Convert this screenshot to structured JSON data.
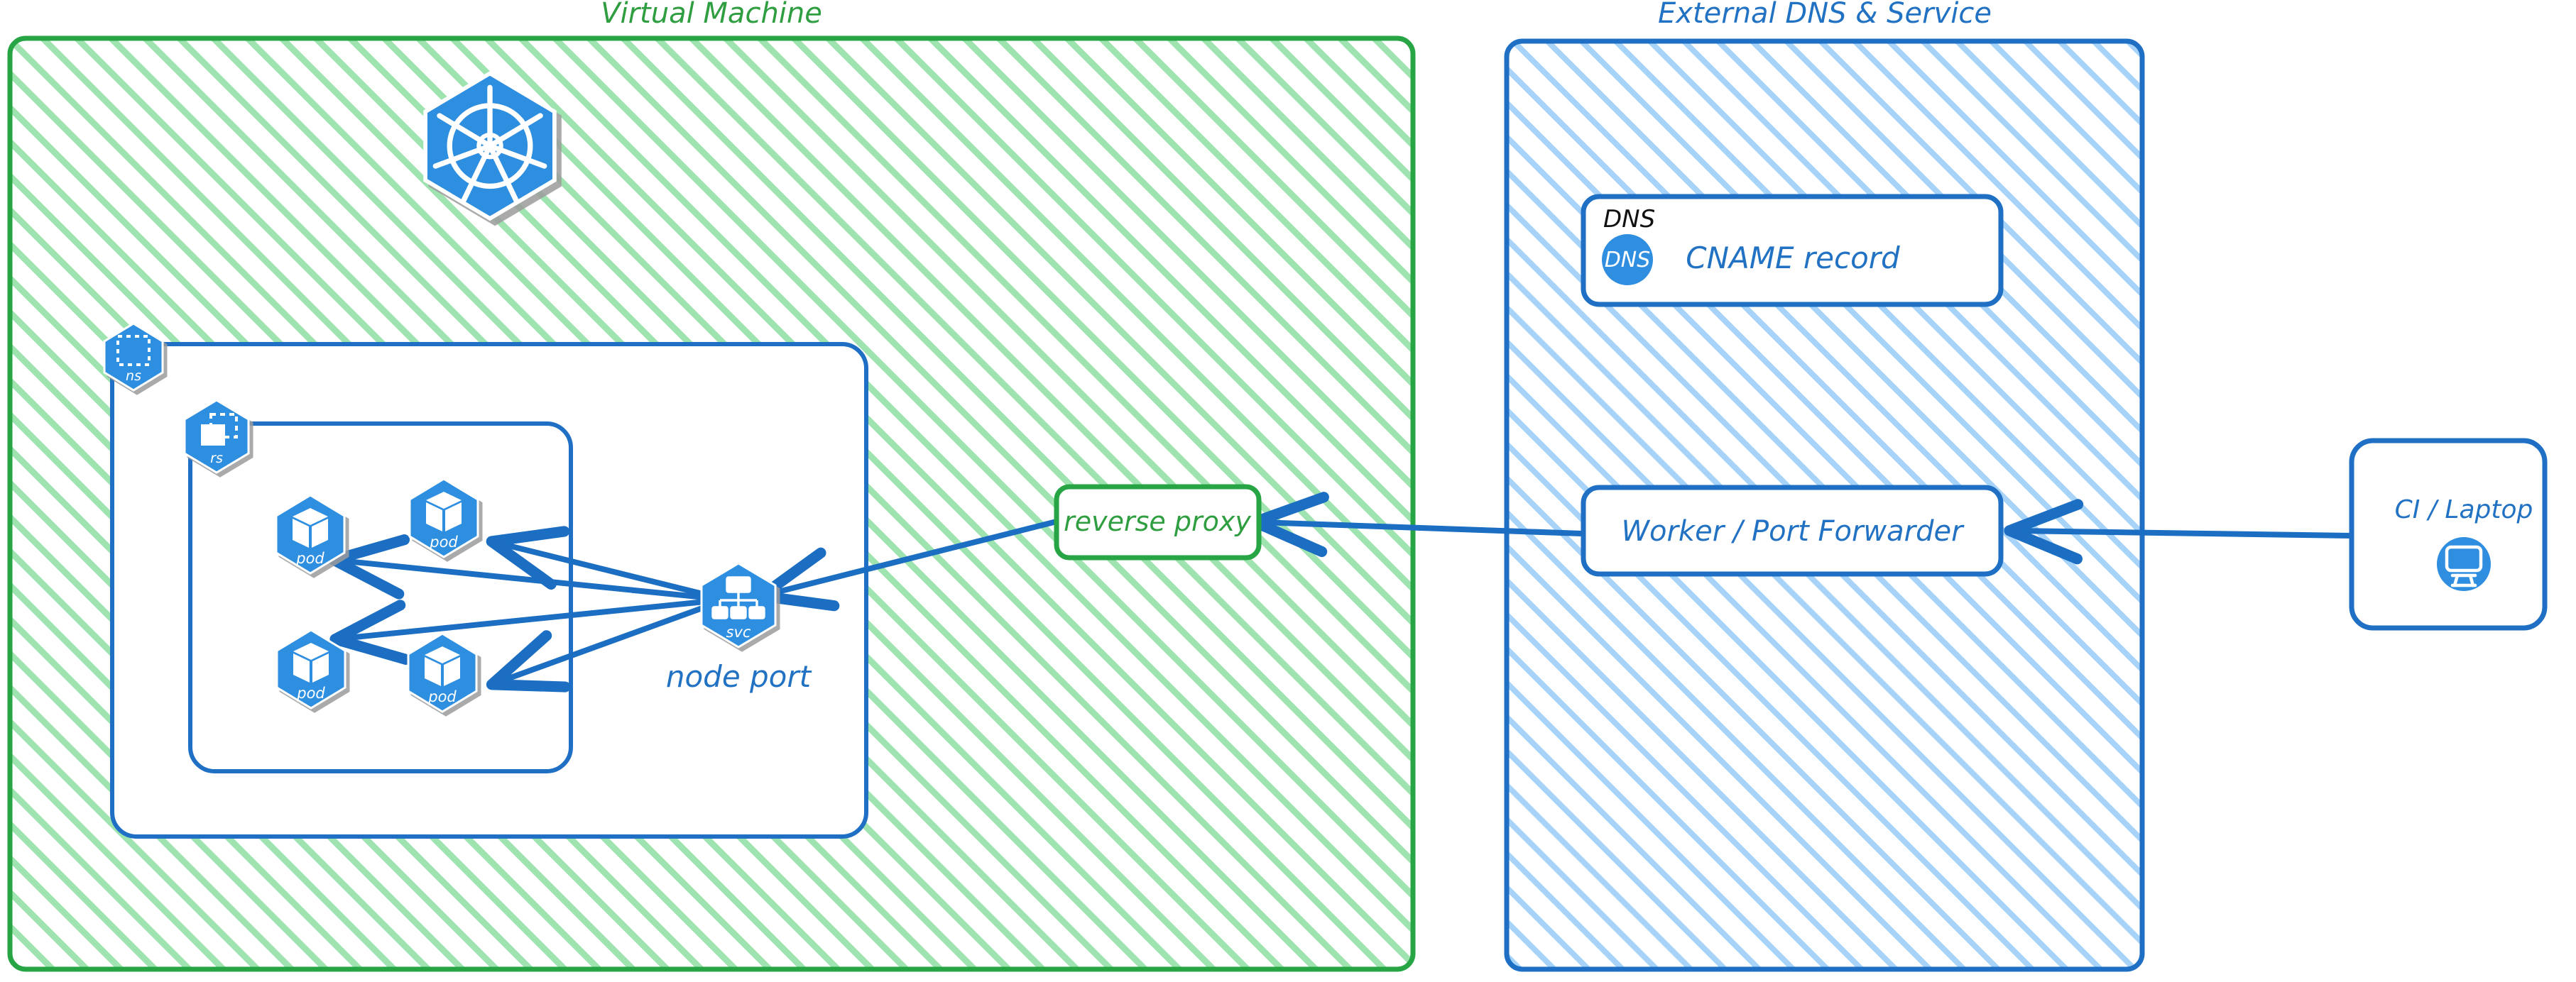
{
  "diagram": {
    "title": "Kubernetes NodePort exposure via reverse proxy and external DNS",
    "colors": {
      "green_border": "#27a544",
      "green_text": "#2f9e41",
      "green_hatch": "#8fe0a2",
      "blue_border": "#1f6fc4",
      "blue_text": "#2272c4",
      "blue_hatch": "#9ccdf2",
      "k8s_blue": "#2f8ee0",
      "k8s_edge": "#1a6fc0",
      "arrow_blue": "#1b6ec2",
      "black_text": "#111111",
      "white": "#ffffff"
    },
    "zones": [
      {
        "id": "vm",
        "title": "Virtual Machine",
        "accent": "green",
        "hatched": true
      },
      {
        "id": "external",
        "title": "External DNS & Service",
        "accent": "blue",
        "hatched": true
      }
    ],
    "vm": {
      "title": "Virtual Machine",
      "k8s_logo_label": "kubernetes-logo",
      "namespace": {
        "badge_label": "ns",
        "badge_icon": "namespace-icon"
      },
      "replicaset": {
        "badge_label": "rs",
        "badge_icon": "replicaset-icon"
      },
      "pods": [
        {
          "label": "pod",
          "icon": "pod-cube-icon"
        },
        {
          "label": "pod",
          "icon": "pod-cube-icon"
        },
        {
          "label": "pod",
          "icon": "pod-cube-icon"
        },
        {
          "label": "pod",
          "icon": "pod-cube-icon"
        }
      ],
      "service": {
        "badge_label": "svc",
        "badge_icon": "service-icon",
        "caption": "node port"
      },
      "reverse_proxy": {
        "label": "reverse proxy"
      }
    },
    "external": {
      "title": "External DNS & Service",
      "dns_card": {
        "header": "DNS",
        "badge_text": "DNS",
        "badge_icon": "dns-circle-icon",
        "label": "CNAME record"
      },
      "worker": {
        "label": "Worker / Port Forwarder"
      }
    },
    "client": {
      "label": "CI / Laptop",
      "icon": "desktop-monitor-icon"
    },
    "connections": [
      {
        "from": "service",
        "to": "pod-1",
        "direction": "to-pod"
      },
      {
        "from": "service",
        "to": "pod-2",
        "direction": "to-pod"
      },
      {
        "from": "service",
        "to": "pod-3",
        "direction": "to-pod"
      },
      {
        "from": "service",
        "to": "pod-4",
        "direction": "to-pod"
      },
      {
        "from": "reverse-proxy",
        "to": "service",
        "direction": "left"
      },
      {
        "from": "worker",
        "to": "reverse-proxy",
        "direction": "left"
      },
      {
        "from": "client",
        "to": "worker",
        "direction": "left"
      }
    ]
  }
}
